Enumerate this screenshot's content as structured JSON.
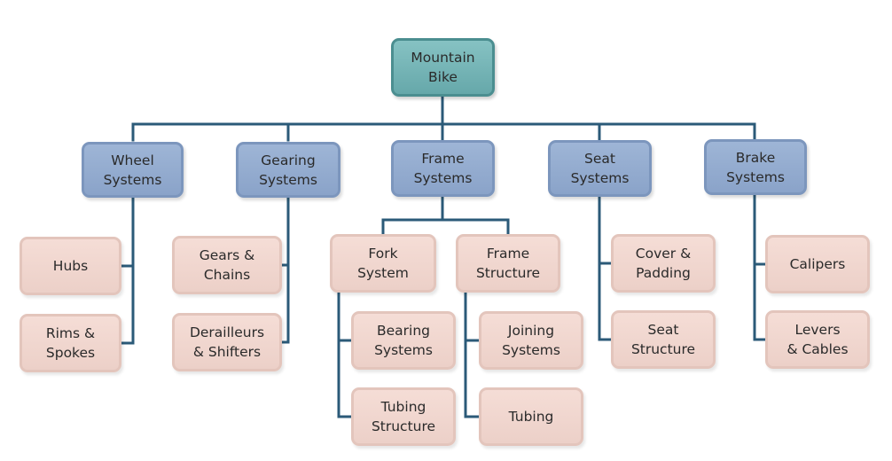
{
  "diagram": {
    "root": {
      "label": "Mountain\nBike"
    },
    "systems": [
      {
        "label": "Wheel\nSystems",
        "children": [
          {
            "label": "Hubs"
          },
          {
            "label": "Rims &\nSpokes"
          }
        ]
      },
      {
        "label": "Gearing\nSystems",
        "children": [
          {
            "label": "Gears &\nChains"
          },
          {
            "label": "Derailleurs\n& Shifters"
          }
        ]
      },
      {
        "label": "Frame\nSystems",
        "subsystems": [
          {
            "label": "Fork\nSystem",
            "children": [
              {
                "label": "Bearing\nSystems"
              },
              {
                "label": "Tubing\nStructure"
              }
            ]
          },
          {
            "label": "Frame\nStructure",
            "children": [
              {
                "label": "Joining\nSystems"
              },
              {
                "label": "Tubing"
              }
            ]
          }
        ]
      },
      {
        "label": "Seat\nSystems",
        "children": [
          {
            "label": "Cover &\nPadding"
          },
          {
            "label": "Seat\nStructure"
          }
        ]
      },
      {
        "label": "Brake\nSystems",
        "children": [
          {
            "label": "Calipers"
          },
          {
            "label": "Levers\n& Cables"
          }
        ]
      }
    ],
    "colors": {
      "root": "#6fb0b2",
      "systems": "#93abd0",
      "components": "#f0d6cf",
      "connector": "#2b5a78"
    }
  }
}
